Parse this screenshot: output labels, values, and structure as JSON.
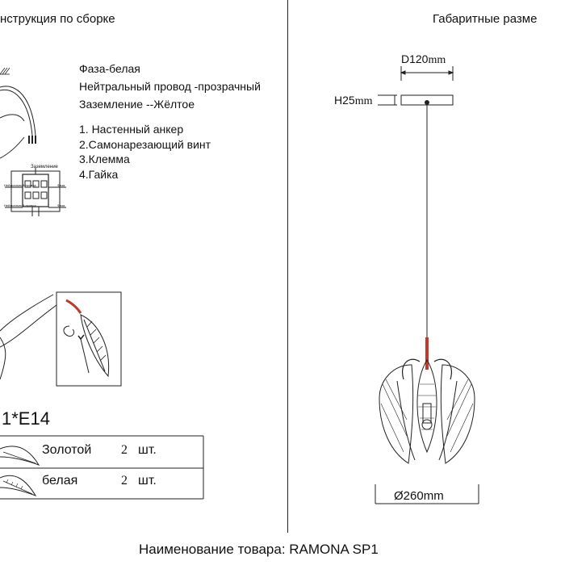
{
  "left_header": "нструкция по сборке",
  "right_header": "Габаритные разме",
  "wiring": {
    "phase": "Фаза-белая",
    "neutral": "Нейтральный провод -прозрачный",
    "ground": "Заземление --Жёлтое"
  },
  "parts": [
    "1. Настенный анкер",
    "2.Самонарезающий винт",
    "3.Клемма",
    "4.Гайка"
  ],
  "terminal_diagram": {
    "ground_label": "Заземление",
    "neutral_label": "Нейтральный провод",
    "phase_label": "Фаза"
  },
  "lamp_spec": "1*E14",
  "leaves": [
    {
      "color": "Золотой",
      "qty": "2",
      "unit": "шт."
    },
    {
      "color": "белая",
      "qty": "2",
      "unit": "шт."
    }
  ],
  "dimensions": {
    "canopy_diameter_value": "D120",
    "canopy_diameter_unit": "mm",
    "canopy_height_value": "H25",
    "canopy_height_unit": "mm",
    "shade_diameter": "Ø260mm"
  },
  "product_prefix": "Наименование товара:",
  "product_name": "RAMONA SP1",
  "colors": {
    "accent": "#c0392b",
    "line": "#222222"
  }
}
